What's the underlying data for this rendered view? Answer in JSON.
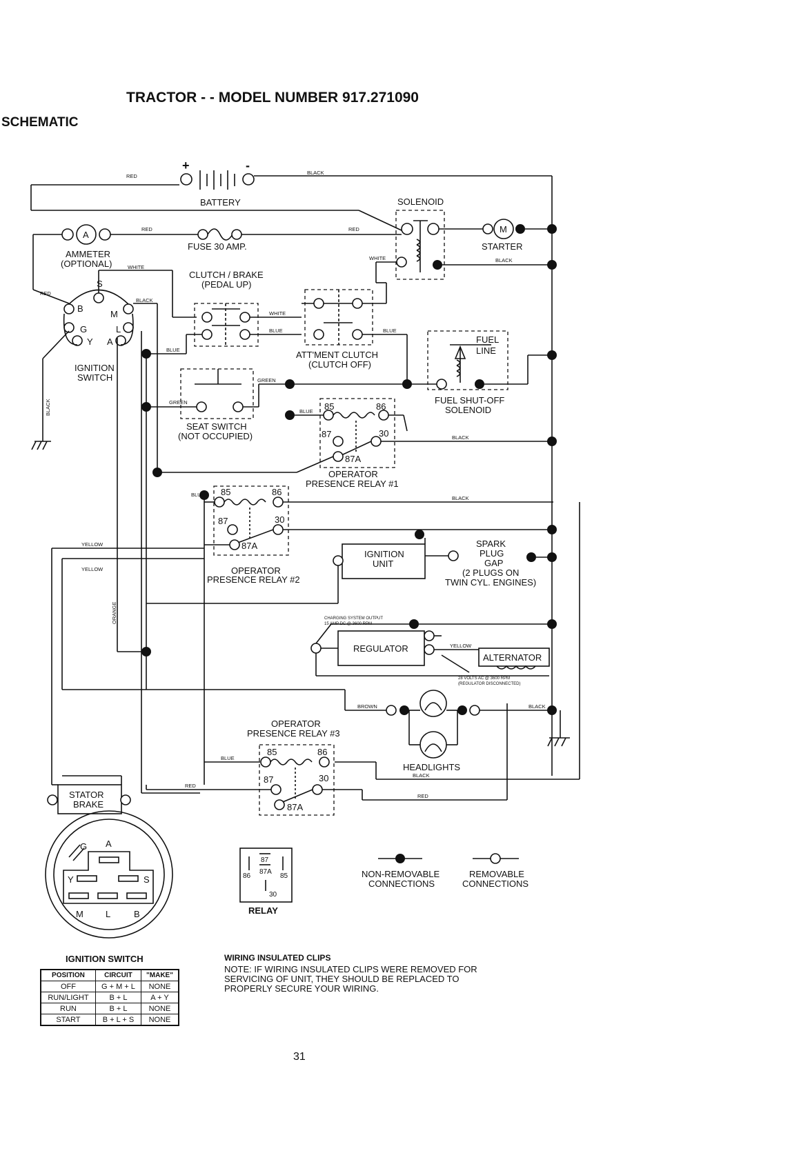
{
  "title": "TRACTOR - - MODEL NUMBER 917.271090",
  "section": "SCHEMATIC",
  "components": {
    "battery": "BATTERY",
    "battery_pos": "+",
    "battery_neg": "-",
    "solenoid": "SOLENOID",
    "fuse": "FUSE 30 AMP.",
    "starter": "STARTER",
    "starter_symbol": "M",
    "ammeter": "AMMETER",
    "ammeter_sub": "(OPTIONAL)",
    "ammeter_symbol": "A",
    "clutch_brake": "CLUTCH / BRAKE",
    "clutch_brake_sub": "(PEDAL UP)",
    "att_clutch": "ATT'MENT CLUTCH",
    "att_clutch_sub": "(CLUTCH OFF)",
    "fuel_line_1": "FUEL",
    "fuel_line_2": "LINE",
    "fuel_solenoid": "FUEL SHUT-OFF",
    "fuel_solenoid_sub": "SOLENOID",
    "ignition_switch": "IGNITION",
    "ignition_switch_sub": "SWITCH",
    "seat_switch": "SEAT SWITCH",
    "seat_switch_sub": "(NOT OCCUPIED)",
    "relay1": "OPERATOR",
    "relay1_sub": "PRESENCE RELAY #1",
    "relay2": "OPERATOR",
    "relay2_sub": "PRESENCE RELAY #2",
    "relay3": "OPERATOR",
    "relay3_sub": "PRESENCE RELAY #3",
    "ignition_unit": "IGNITION",
    "ignition_unit_sub": "UNIT",
    "spark_plug": [
      "SPARK",
      "PLUG",
      "GAP",
      "(2 PLUGS ON",
      "TWIN CYL. ENGINES)"
    ],
    "regulator": "REGULATOR",
    "alternator": "ALTERNATOR",
    "charging_1": "CHARGING SYSTEM OUTPUT",
    "charging_2": "15 AMP DC @ 3600 RPM",
    "alt_note_1": "28 VOLTS AC @ 3600 RPM",
    "alt_note_2": "(REGULATOR DISCONNECTED)",
    "headlights": "HEADLIGHTS",
    "stator_brake": "STATOR",
    "stator_brake_sub": "BRAKE",
    "relay_pins": {
      "p85": "85",
      "p86": "86",
      "p87": "87",
      "p30": "30",
      "p87a": "87A"
    },
    "switch_terms": {
      "b": "B",
      "s": "S",
      "m": "M",
      "g": "G",
      "l": "L",
      "y": "Y",
      "a": "A"
    }
  },
  "wire_labels": {
    "red": "RED",
    "black": "BLACK",
    "white": "WHITE",
    "blue": "BLUE",
    "green": "GREEN",
    "yellow": "YELLOW",
    "orange": "ORANGE",
    "brown": "BROWN"
  },
  "legend": {
    "relay": "RELAY",
    "non_removable": "NON-REMOVABLE",
    "non_removable_sub": "CONNECTIONS",
    "removable": "REMOVABLE",
    "removable_sub": "CONNECTIONS"
  },
  "ignition_table": {
    "title": "IGNITION SWITCH",
    "headers": [
      "POSITION",
      "CIRCUIT",
      "\"MAKE\""
    ],
    "rows": [
      [
        "OFF",
        "G + M + L",
        "NONE"
      ],
      [
        "RUN/LIGHT",
        "B + L",
        "A + Y"
      ],
      [
        "RUN",
        "B + L",
        "NONE"
      ],
      [
        "START",
        "B + L + S",
        "NONE"
      ]
    ]
  },
  "clips_note": {
    "title": "WIRING INSULATED CLIPS",
    "lines": [
      "NOTE: IF WIRING INSULATED CLIPS WERE REMOVED FOR",
      "SERVICING OF UNIT, THEY SHOULD BE REPLACED TO",
      "PROPERLY SECURE YOUR WIRING."
    ]
  },
  "page_number": "31"
}
